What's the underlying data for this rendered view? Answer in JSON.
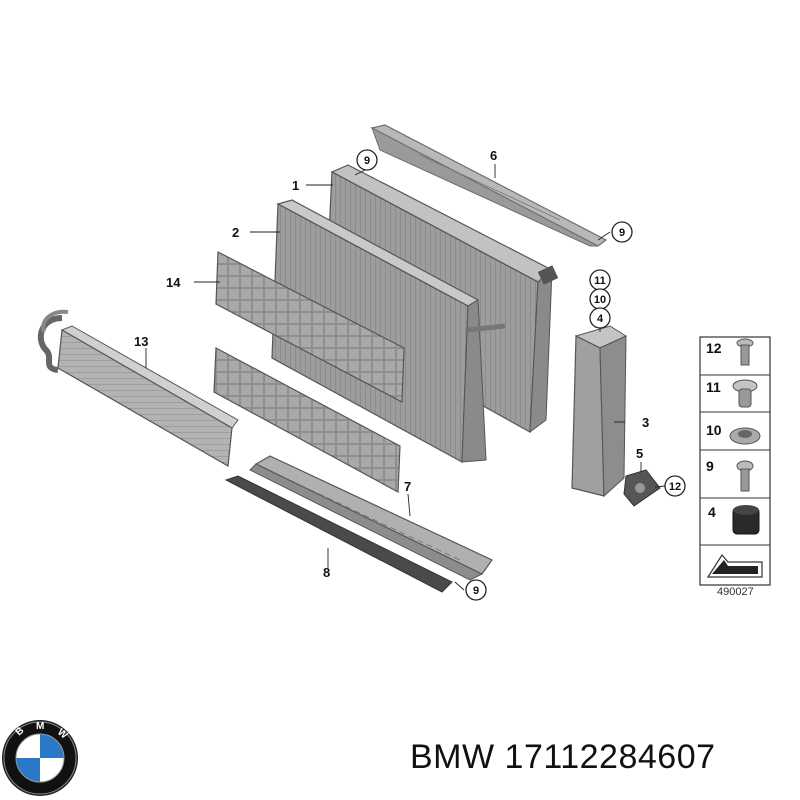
{
  "diagram": {
    "callouts": [
      "1",
      "2",
      "14",
      "13",
      "6",
      "3",
      "5",
      "7",
      "8"
    ],
    "circled_callouts": [
      "9",
      "9",
      "9",
      "11",
      "10",
      "4",
      "12"
    ],
    "legend": [
      {
        "number": "12",
        "icon": "screw-icon"
      },
      {
        "number": "11",
        "icon": "plug-clip-icon"
      },
      {
        "number": "10",
        "icon": "grommet-nut-icon"
      },
      {
        "number": "9",
        "icon": "screw-icon"
      },
      {
        "number": "4",
        "icon": "rubber-mount-icon"
      }
    ],
    "reference_number": "490027"
  },
  "footer": {
    "brand": "BMW",
    "part_number": "17112284607",
    "title": "BMW 17112284607",
    "logo_letters": "BMW"
  },
  "colors": {
    "part_dark": "#7c7c7c",
    "part_mid": "#a3a3a3",
    "part_light": "#c9c9c9",
    "bmw_blue": "#2a78c8",
    "bmw_black": "#111111"
  }
}
